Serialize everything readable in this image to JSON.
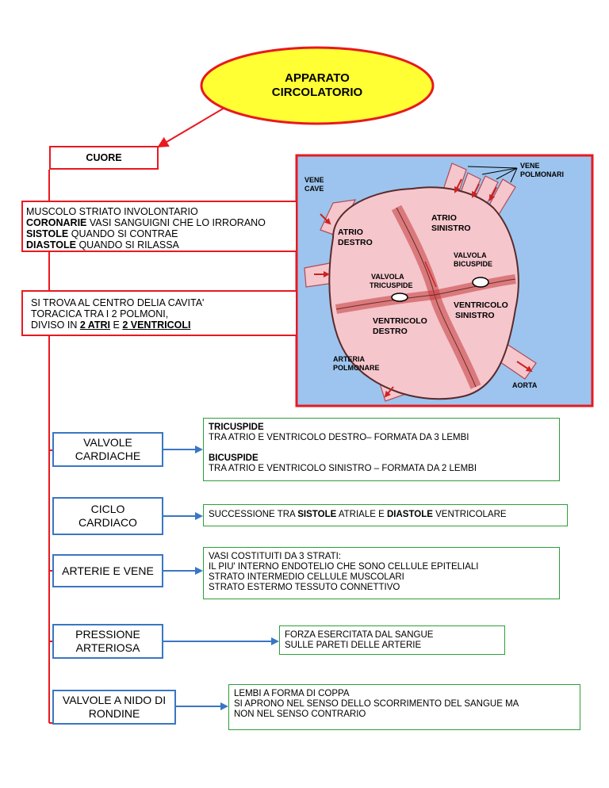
{
  "title": {
    "line1": "APPARATO",
    "line2": "CIRCOLATORIO"
  },
  "cuore": {
    "label": "CUORE"
  },
  "description": {
    "line1": "MUSCOLO STRIATO INVOLONTARIO",
    "line2_bold": "CORONARIE",
    "line2_rest": " VASI SANGUIGNI CHE LO IRRORANO",
    "line3_bold": "SISTOLE",
    "line3_rest": " QUANDO SI CONTRAE",
    "line4_bold": "DIASTOLE",
    "line4_rest": " QUANDO SI RILASSA"
  },
  "position": {
    "line1": "SI TROVA AL CENTRO DELIA CAVITA'",
    "line2": "TORACICA TRA I 2 POLMONI,",
    "line3_pre": "DIVISO IN ",
    "atri": "2 ATRI",
    "mid": " E ",
    "ventricoli": "2 VENTRICOLI"
  },
  "heart_labels": {
    "vene_cave_1": "VENE",
    "vene_cave_2": "CAVE",
    "vene_polmonari_1": "VENE",
    "vene_polmonari_2": "POLMONARI",
    "atrio_destro_1": "ATRIO",
    "atrio_destro_2": "DESTRO",
    "atrio_sinistro_1": "ATRIO",
    "atrio_sinistro_2": "SINISTRO",
    "valvola_bicuspide_1": "VALVOLA",
    "valvola_bicuspide_2": "BICUSPIDE",
    "valvola_tricuspide_1": "VALVOLA",
    "valvola_tricuspide_2": "TRICUSPIDE",
    "ventricolo_sinistro_1": "VENTRICOLO",
    "ventricolo_sinistro_2": "SINISTRO",
    "ventricolo_destro_1": "VENTRICOLO",
    "ventricolo_destro_2": "DESTRO",
    "arteria_polmonare_1": "ARTERIA",
    "arteria_polmonare_2": "POLMONARE",
    "aorta": "AORTA"
  },
  "sections": [
    {
      "label": "VALVOLE CARDIACHE"
    },
    {
      "label": "CICLO CARDIACO"
    },
    {
      "label": "ARTERIE E VENE"
    },
    {
      "label": "PRESSIONE ARTERIOSA"
    },
    {
      "label": "VALVOLE A NIDO DI RONDINE"
    }
  ],
  "details": {
    "valvole": {
      "tri_title": "TRICUSPIDE",
      "tri_text": "TRA ATRIO E VENTRICOLO DESTRO– FORMATA DA 3 LEMBI",
      "bi_title": "BICUSPIDE",
      "bi_text": "TRA ATRIO E VENTRICOLO SINISTRO – FORMATA DA 2 LEMBI"
    },
    "ciclo": {
      "pre": "SUCCESSIONE TRA ",
      "b1": "SISTOLE",
      "mid": " ATRIALE E ",
      "b2": "DIASTOLE",
      "post": " VENTRICOLARE"
    },
    "arterie": {
      "line1": "VASI COSTITUITI DA 3 STRATI:",
      "line2": "IL PIU' INTERNO ENDOTELIO CHE SONO CELLULE EPITELIALI",
      "line3": "STRATO INTERMEDIO CELLULE MUSCOLARI",
      "line4": "STRATO ESTERMO TESSUTO CONNETTIVO"
    },
    "pressione": {
      "line1": "FORZA ESERCITATA DAL SANGUE",
      "line2": "SULLE PARETI DELLE ARTERIE"
    },
    "rondine": {
      "line1": "LEMBI A FORMA DI COPPA",
      "line2": "SI APRONO NEL SENSO DELLO SCORRIMENTO DEL SANGUE MA",
      "line3": "NON NEL SENSO CONTRARIO"
    }
  },
  "colors": {
    "ellipse_fill": "#ffff33",
    "red": "#e8191f",
    "blue": "#3a76c4",
    "green": "#2e9e3a",
    "heart_bg": "#9cc4ee",
    "heart_fill": "#f5c6cc"
  }
}
